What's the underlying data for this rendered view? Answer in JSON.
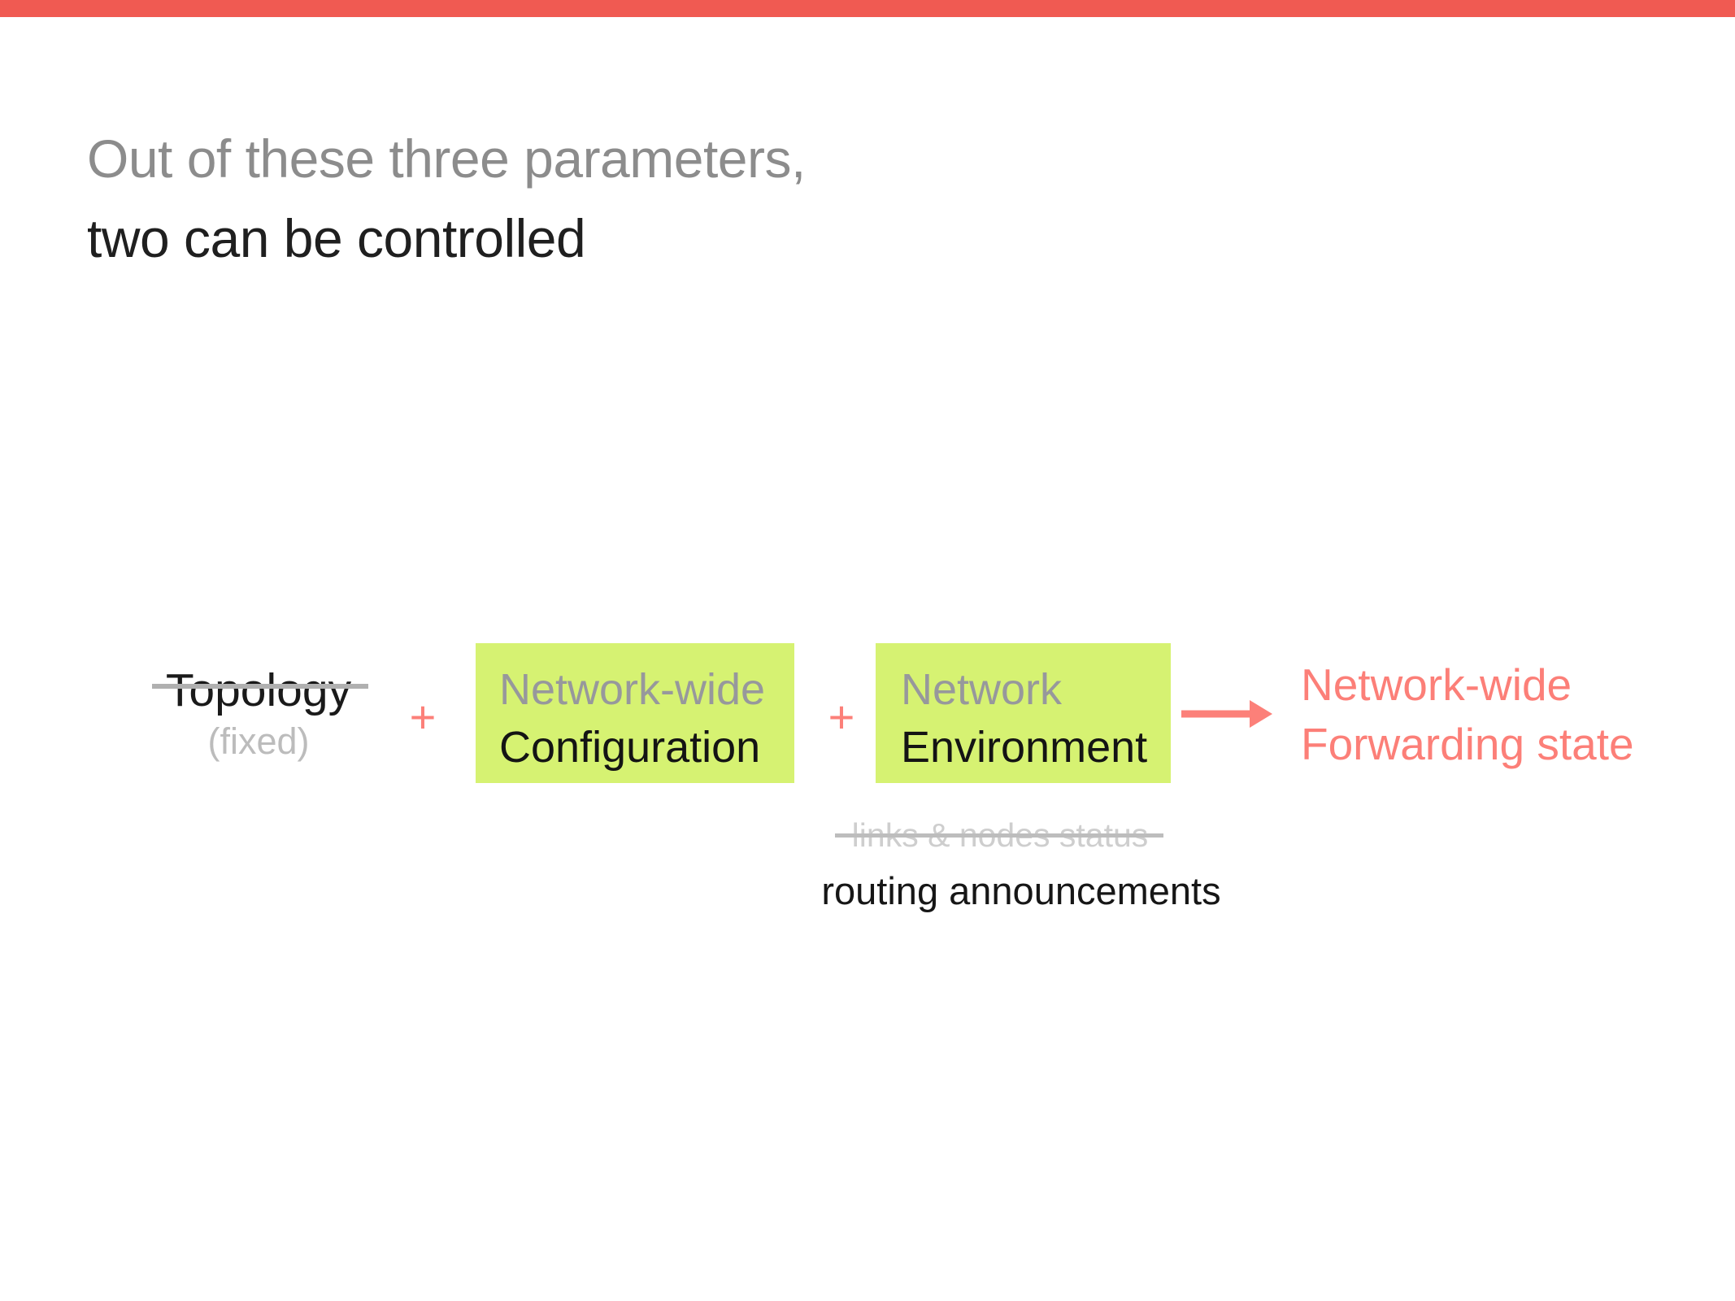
{
  "slide": {
    "background": "#ffffff",
    "progress_bar": {
      "color": "#f05a52"
    },
    "title": {
      "line1": "Out of these three parameters,",
      "line2": "two can be controlled"
    },
    "equation": {
      "topology": {
        "label": "Topology",
        "note": "(fixed)",
        "strikethrough": true
      },
      "plus": "+",
      "configuration_box": {
        "line1": "Network-wide",
        "line2": "Configuration"
      },
      "environment_box": {
        "line1": "Network",
        "line2": "Environment"
      },
      "result": {
        "line1": "Network-wide",
        "line2": "Forwarding state"
      },
      "environment_notes": {
        "struck_label": "links & nodes status",
        "label": "routing announcements"
      }
    },
    "colors": {
      "accent_salmon": "#fc8079",
      "box_green": "#d6f272",
      "box_muted_text": "#97989c",
      "struck_text_gray": "#cecece",
      "strike_line_gray": "#b0b0b0",
      "title_gray": "#8c8c8c",
      "text_black": "#1a1a1a",
      "top_bar_red": "#f05a52"
    }
  }
}
